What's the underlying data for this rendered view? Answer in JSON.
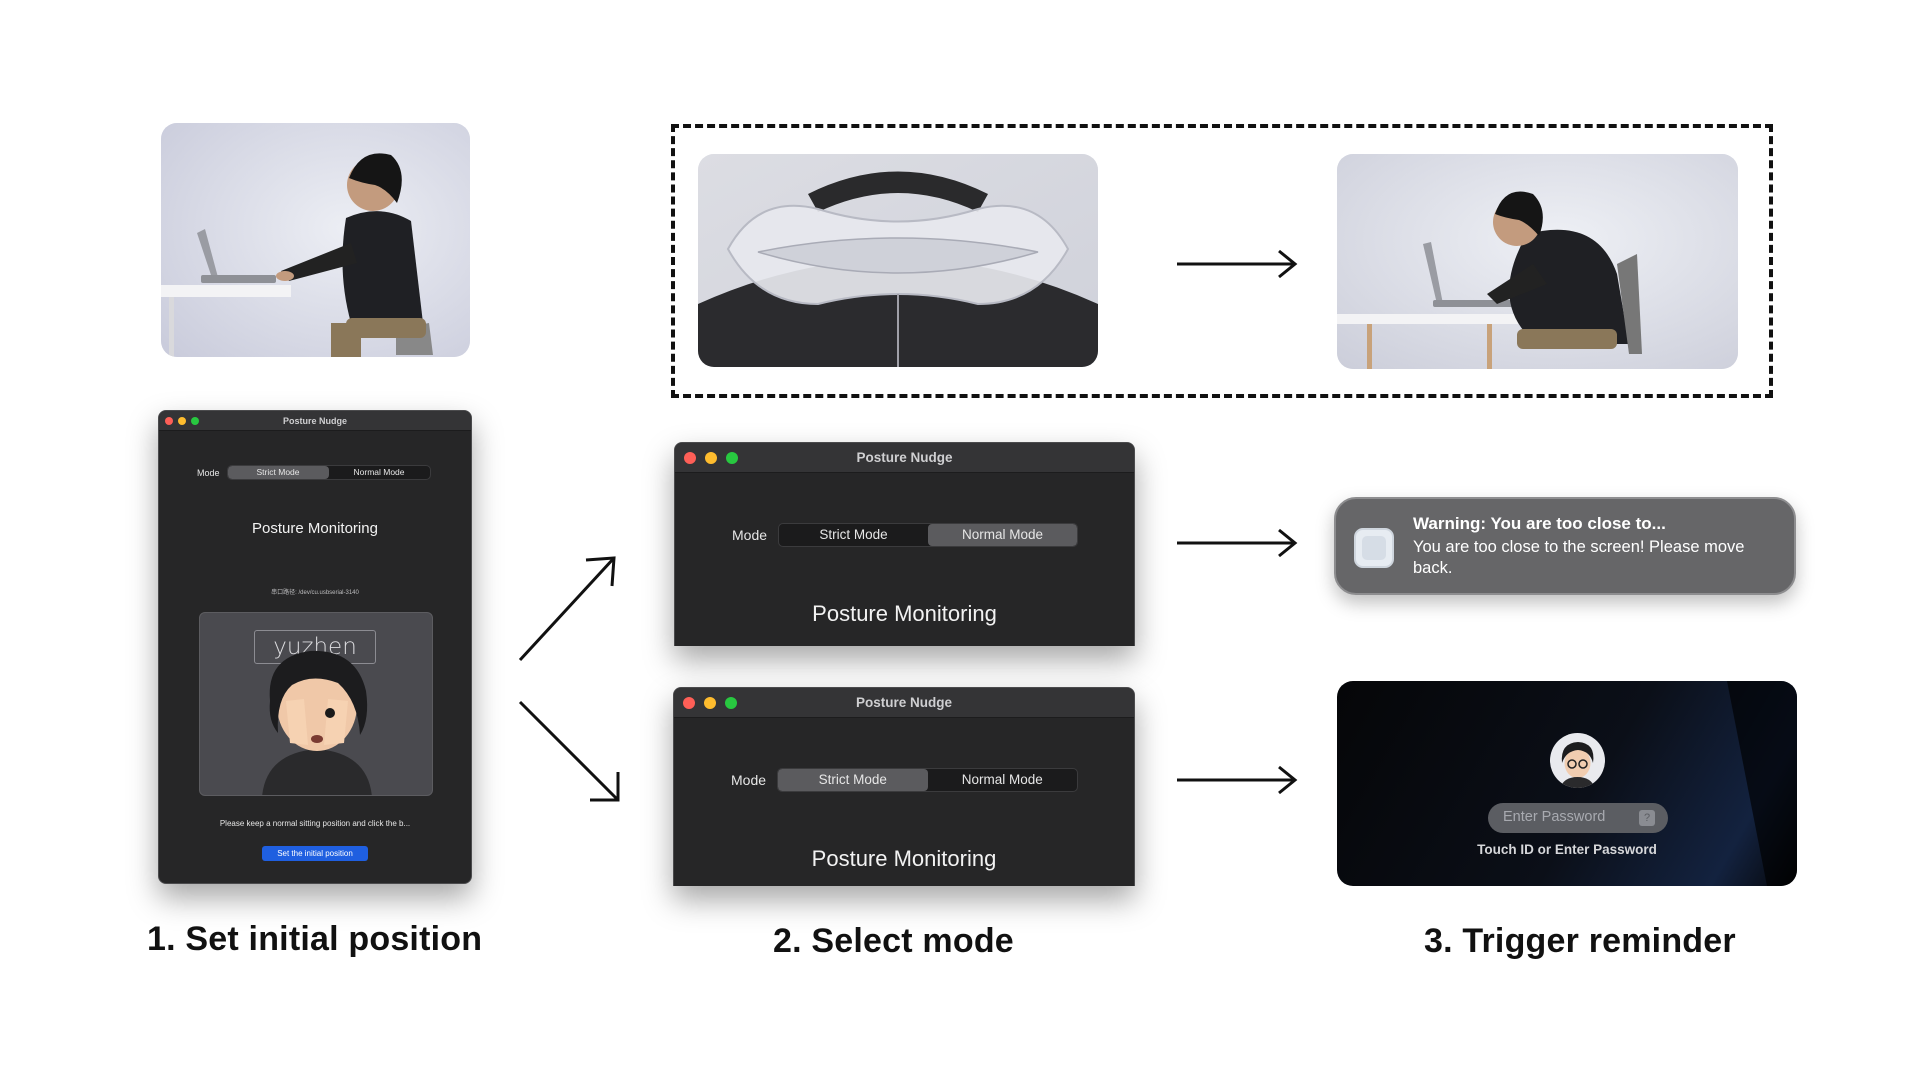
{
  "app": {
    "window_title": "Posture Nudge",
    "mode_label": "Mode",
    "strict_mode": "Strict Mode",
    "normal_mode": "Normal Mode",
    "monitor_title": "Posture Monitoring",
    "serial_path": "串口路径: /dev/cu.usbserial-3140",
    "avatar_name": "yuzhen",
    "instruction": "Please keep a normal sitting position and click the b...",
    "set_button": "Set the initial position"
  },
  "steps": [
    {
      "label": "1. Set initial position"
    },
    {
      "label": "2. Select mode"
    },
    {
      "label": "3. Trigger reminder"
    }
  ],
  "notification": {
    "title": "Warning: You are too close to...",
    "body": "You are too close to the screen! Please move back."
  },
  "lock_screen": {
    "password_placeholder": "Enter Password",
    "hint": "Touch ID or Enter Password"
  },
  "colors": {
    "window_bg": "#262627",
    "titlebar_bg": "#343436",
    "segment_active": "#5b5b5e",
    "button_blue": "#1f5fe0",
    "notification_bg": "#666668",
    "traffic_red": "#fe5f57",
    "traffic_yellow": "#febc2e",
    "traffic_green": "#28c840"
  }
}
